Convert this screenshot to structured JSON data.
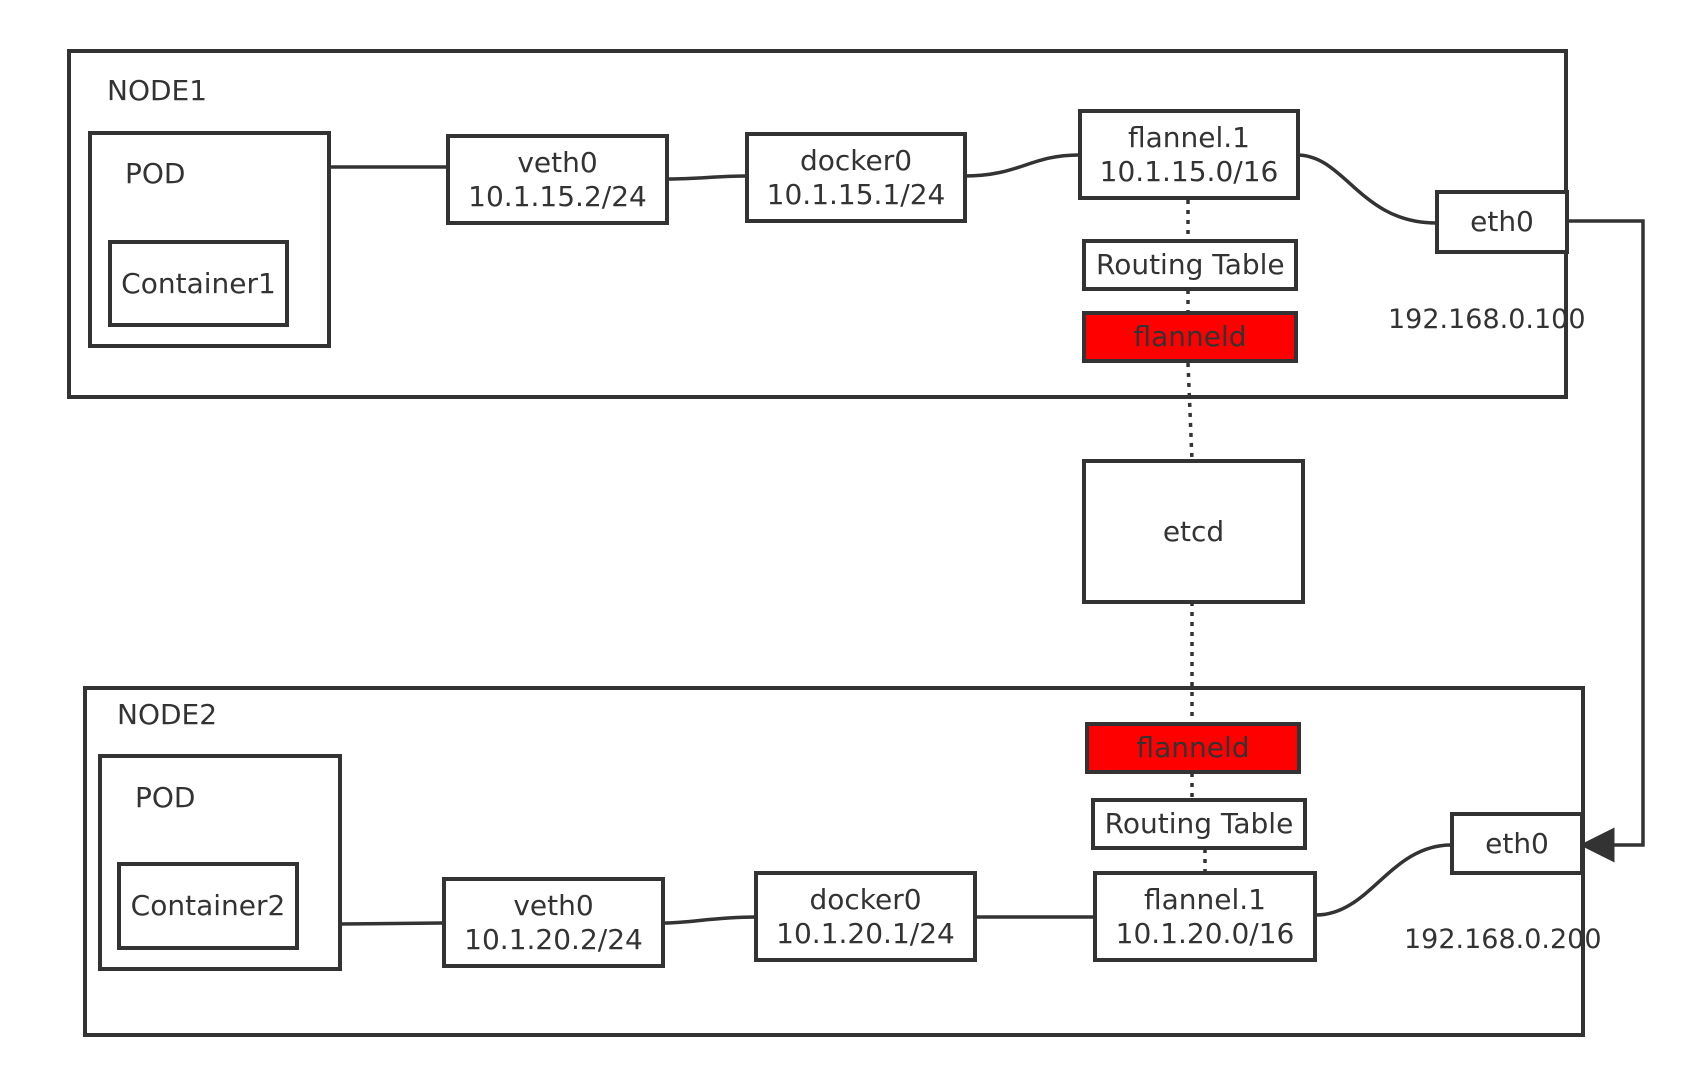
{
  "node1": {
    "title": "NODE1",
    "pod_label": "POD",
    "container": "Container1",
    "veth": {
      "name": "veth0",
      "ip": "10.1.15.2/24"
    },
    "docker": {
      "name": "docker0",
      "ip": "10.1.15.1/24"
    },
    "flannel": {
      "name": "flannel.1",
      "ip": "10.1.15.0/16"
    },
    "routing_table": "Routing Table",
    "flanneld": "flanneld",
    "eth": "eth0",
    "host_ip": "192.168.0.100"
  },
  "etcd": "etcd",
  "node2": {
    "title": "NODE2",
    "pod_label": "POD",
    "container": "Container2",
    "veth": {
      "name": "veth0",
      "ip": "10.1.20.2/24"
    },
    "docker": {
      "name": "docker0",
      "ip": "10.1.20.1/24"
    },
    "flannel": {
      "name": "flannel.1",
      "ip": "10.1.20.0/16"
    },
    "routing_table": "Routing Table",
    "flanneld": "flanneld",
    "eth": "eth0",
    "host_ip": "192.168.0.200"
  },
  "colors": {
    "stroke": "#333333",
    "flanneld_fill": "#ff0000",
    "background": "#ffffff"
  }
}
